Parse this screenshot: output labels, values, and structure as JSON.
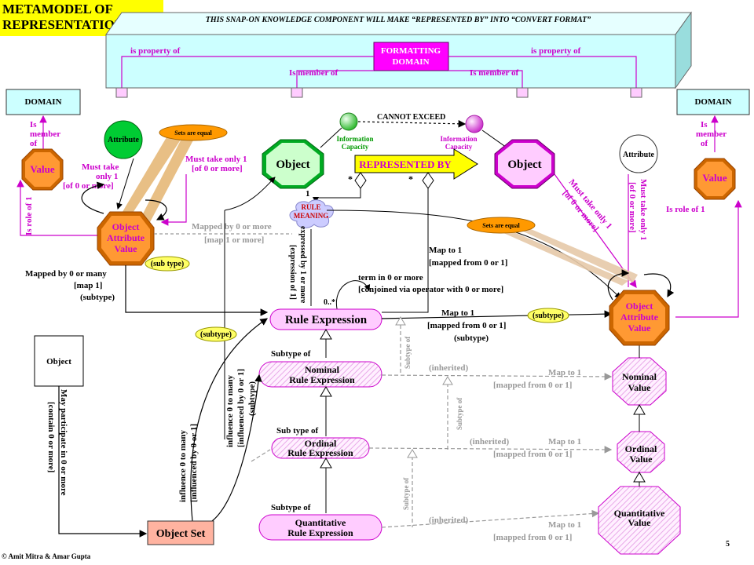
{
  "title": {
    "line1": "METAMODEL OF",
    "line2": "REPRESENTATION"
  },
  "banner": "THIS SNAP-ON KNOWLEDGE COMPONENT WILL MAKE “REPRESENTED BY” INTO “CONVERT FORMAT”",
  "formatting_domain": {
    "line1": "FORMATTING",
    "line2": "DOMAIN"
  },
  "banner_labels": {
    "prop_left": "is property of",
    "prop_right": "is property of",
    "member_left": "Is member of",
    "member_right": "Is member of"
  },
  "domain_left": "DOMAIN",
  "domain_right": "DOMAIN",
  "left_side": {
    "is_member": [
      "Is",
      "member",
      "of"
    ],
    "value": "Value",
    "is_role": "Is role of 1",
    "attribute": "Attribute",
    "sets_equal": "Sets are equal",
    "must_take": [
      "Must take",
      "only 1",
      "[of 0 or more]"
    ],
    "must_take_obj": [
      "Must take only 1",
      "[of 0 or more]"
    ],
    "object": "Object",
    "oav": [
      "Object",
      "Attribute",
      "Value"
    ],
    "mapped_by_more": [
      "Mapped by 0 or more",
      "[map 1 or more]"
    ],
    "subtype": "(sub type)",
    "mapped_many": [
      "Mapped by 0 or many",
      "[map  1]",
      "(subtype)"
    ]
  },
  "right_side": {
    "is_member": [
      "Is",
      "member",
      "of"
    ],
    "value": "Value",
    "is_role": "Is role of 1",
    "attribute": "Attribute",
    "sets_equal": "Sets are equal",
    "object": "Object",
    "oav": [
      "Object",
      "Attribute",
      "Value"
    ],
    "must_take_diag": [
      "Must take only 1",
      "[of 0 or more]"
    ],
    "must_take_vert": [
      "Must take only 1",
      "[of 0 or more]"
    ]
  },
  "center": {
    "cannot_exceed": "CANNOT EXCEED",
    "info_cap_left": [
      "Information",
      "Capacity"
    ],
    "info_cap_right": [
      "Information",
      "Capacity"
    ],
    "represented_by": "REPRESENTED BY",
    "star_left": "*",
    "star_right": "*",
    "one": "1",
    "rule_meaning": [
      "RULE",
      "MEANING"
    ],
    "expressed_by": [
      "expressed by 1 or more",
      "[expression of 1]"
    ],
    "zero_star": "0..*",
    "term_in": [
      "term in 0 or more",
      "[conjoined via operator with 0 or more]"
    ],
    "map_to_1_top": [
      "Map to 1",
      "[mapped from 0 or 1]"
    ],
    "map_to_1_mid": [
      "Map to 1",
      "[mapped from 0 or 1]",
      "(subtype)"
    ],
    "subtype_right": "(subtype)",
    "subtype_left": "(subtype)"
  },
  "rule_expression": "Rule Expression",
  "subtype_of": [
    "Subtype of",
    "Sub type of",
    "Subtype of"
  ],
  "nominal": [
    "Nominal",
    "Rule Expression"
  ],
  "ordinal": [
    "Ordinal",
    "Rule Expression"
  ],
  "quantitative": [
    "Quantitative",
    "Rule Expression"
  ],
  "inherited": "(inherited)",
  "map_rows": [
    [
      "Map to 1",
      "[mapped from 0 or 1]"
    ],
    [
      "Map to 1",
      "[mapped from 0 or 1]"
    ],
    [
      "Map to 1",
      "[mapped from 0 or 1]"
    ]
  ],
  "nominal_value": [
    "Nominal",
    "Value"
  ],
  "ordinal_value": [
    "Ordinal",
    "Value"
  ],
  "quantitative_value": [
    "Quantitative",
    "Value"
  ],
  "vertical_subtype": "Subtype of",
  "object_left": "Object",
  "may_participate": [
    "May participate in 0 or more",
    "[contain 0 or more]"
  ],
  "influence_left": [
    "influence 0 to many",
    "[influenced by 0 or 1]"
  ],
  "influence_right": [
    "influence 0 to many",
    "[influenced by 0 or 1]",
    "(subtype)"
  ],
  "object_set": "Object Set",
  "page_number": "5",
  "copyright": "© Amit Mitra & Amar Gupta",
  "colors": {
    "cyan": "#ccffff",
    "yellow": "#ffff00",
    "magenta": "#ff00ff",
    "purple": "#9900cc",
    "orange": "#cc6600",
    "green": "#00cc33",
    "pink": "#ffccff",
    "salmon": "#ffb3a0",
    "red": "#ff0000"
  }
}
